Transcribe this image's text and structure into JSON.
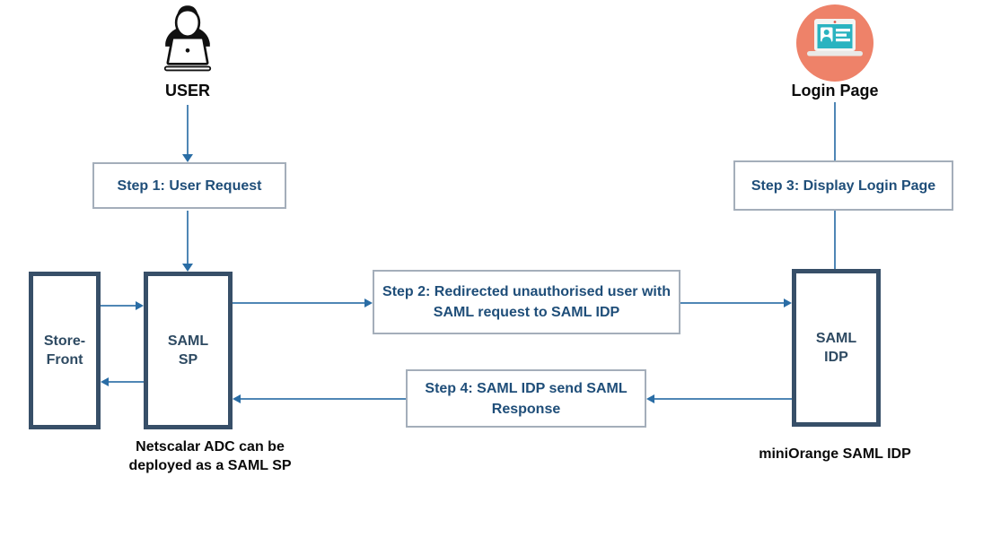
{
  "diagram": {
    "actors": {
      "user": {
        "label": "USER",
        "icon": "user-at-laptop-icon"
      },
      "login_page": {
        "label": "Login Page",
        "icon": "login-page-monitor-icon"
      }
    },
    "steps": {
      "step1": {
        "label": "Step 1: User Request"
      },
      "step2": {
        "label": "Step 2: Redirected unauthorised user with SAML request to SAML IDP"
      },
      "step3": {
        "label": "Step 3: Display Login Page"
      },
      "step4": {
        "label": "Step 4: SAML IDP send SAML Response"
      }
    },
    "entities": {
      "storefront": {
        "label": "Store-Front"
      },
      "saml_sp": {
        "label": "SAML SP",
        "caption": "Netscalar ADC can be deployed as a SAML SP"
      },
      "saml_idp": {
        "label": "SAML IDP",
        "caption": "miniOrange SAML IDP"
      }
    },
    "colors": {
      "entity_border": "#374f68",
      "entity_text": "#2e4a62",
      "step_border": "#a4aeba",
      "step_text": "#1f4e79",
      "connector_line": "#4f86b5",
      "connector_arrow": "#2a6da5",
      "login_icon_circle": "#ee8269",
      "login_icon_screen": "#2ab3c0",
      "label_text": "#0a0a0a"
    }
  }
}
